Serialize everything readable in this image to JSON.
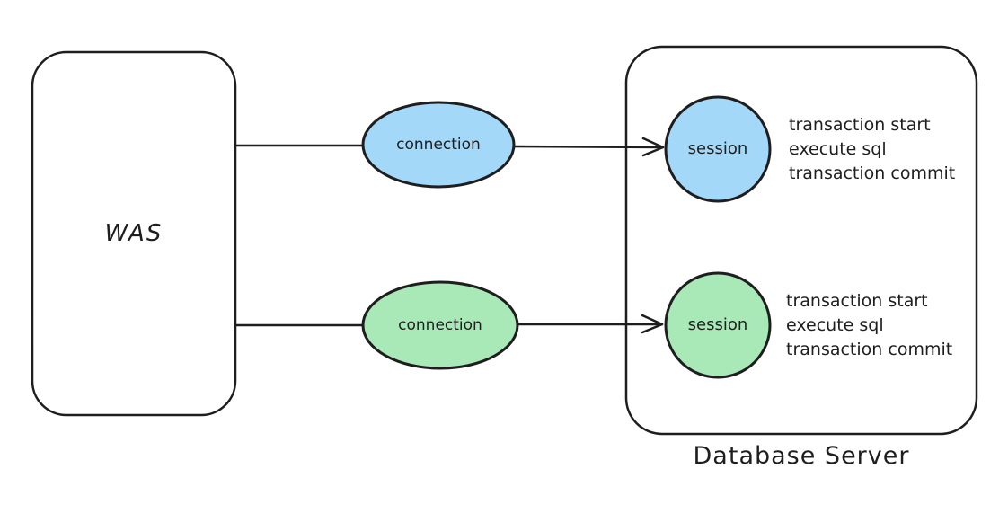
{
  "diagram": {
    "was_box": {
      "label": "WAS"
    },
    "database_box": {
      "label": "Database Server"
    },
    "connections": [
      {
        "label": "connection",
        "color": "#a4d8f8"
      },
      {
        "label": "connection",
        "color": "#a9e9b8"
      }
    ],
    "sessions": [
      {
        "label": "session",
        "color": "#a4d8f8",
        "notes": [
          "transaction start",
          "execute sql",
          "transaction commit"
        ]
      },
      {
        "label": "session",
        "color": "#a9e9b8",
        "notes": [
          "transaction start",
          "execute sql",
          "transaction commit"
        ]
      }
    ],
    "colors": {
      "stroke": "#1e1e1e",
      "background": "#ffffff"
    }
  }
}
